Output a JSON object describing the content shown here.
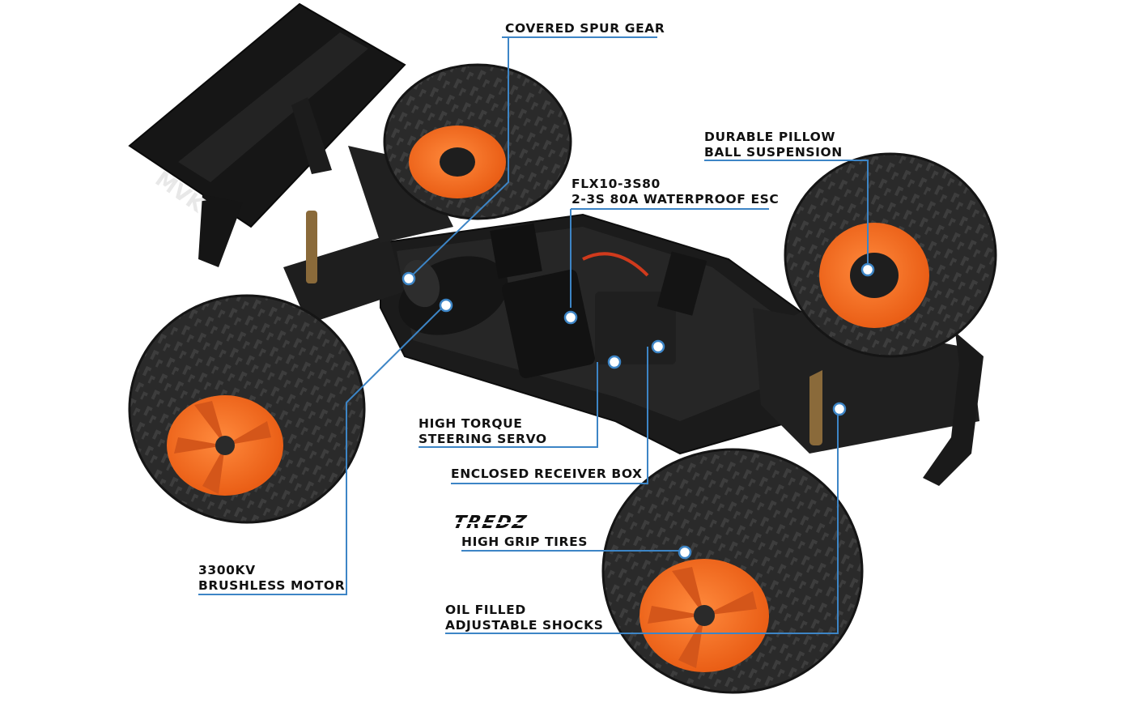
{
  "theme": {
    "leader_color": "#3d85c6",
    "wheel_color": "#f26a21",
    "tire_color": "#2b2b2b",
    "chassis_color": "#1c1c1c"
  },
  "wing": {
    "logo": "MVK"
  },
  "labels": {
    "spur_gear": {
      "line1": "COVERED SPUR GEAR"
    },
    "pillow_ball": {
      "line1": "DURABLE PILLOW",
      "line2": "BALL SUSPENSION"
    },
    "esc": {
      "line1": "FLX10-3S80",
      "line2": "2-3S 80A WATERPROOF ESC"
    },
    "servo": {
      "line1": "HIGH TORQUE",
      "line2": "STEERING SERVO"
    },
    "receiver": {
      "line1": "ENCLOSED RECEIVER BOX"
    },
    "tires": {
      "brand": "TREDZ",
      "line1": "HIGH GRIP TIRES"
    },
    "motor": {
      "line1": "3300KV",
      "line2": "BRUSHLESS MOTOR"
    },
    "shocks": {
      "line1": "OIL FILLED",
      "line2": "ADJUSTABLE SHOCKS"
    }
  }
}
